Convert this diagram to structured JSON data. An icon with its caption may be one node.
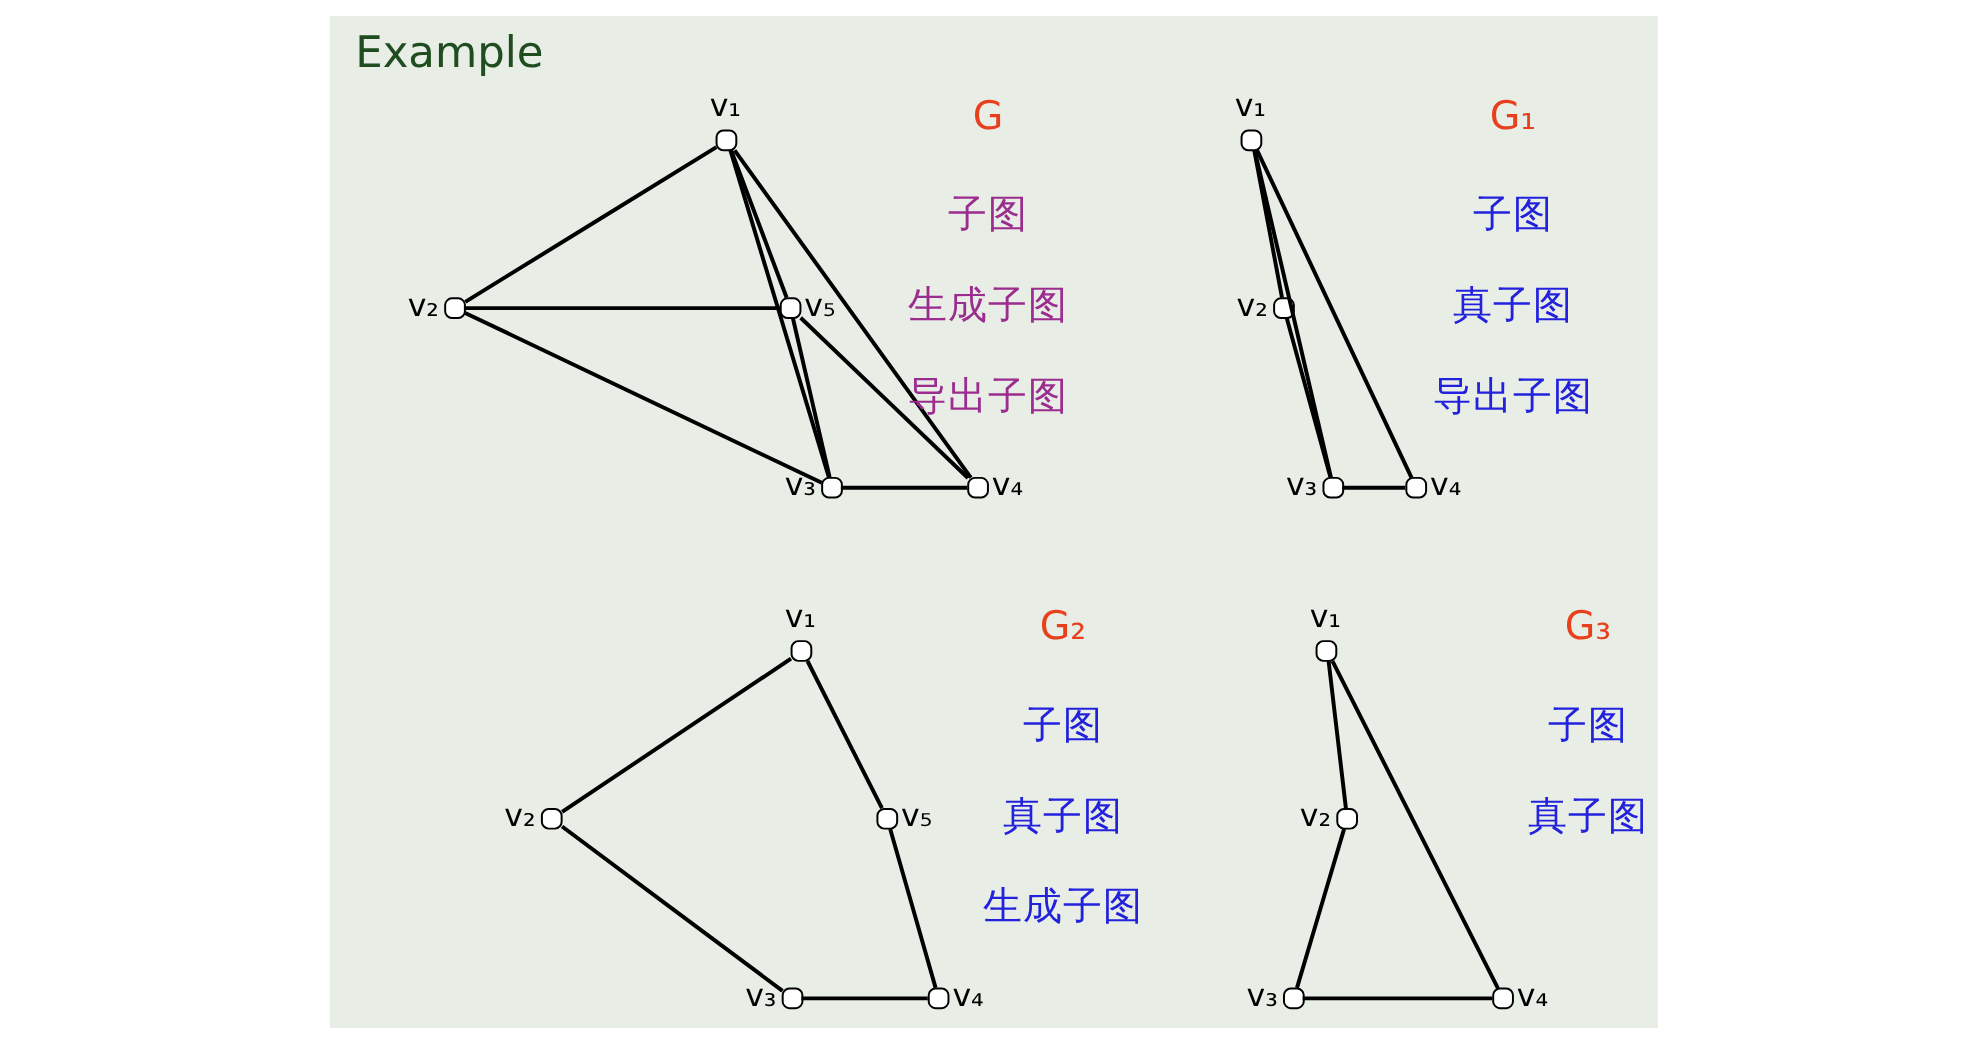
{
  "diagram": {
    "title": "Example",
    "nodes": [
      {
        "text": [],
        "shape": "circle",
        "beside": [
          "v₁"
        ]
      },
      {
        "text": [],
        "shape": "circle",
        "beside": [
          "v₂"
        ]
      },
      {
        "text": [],
        "shape": "circle",
        "beside": [
          "v₃"
        ]
      },
      {
        "text": [],
        "shape": "circle",
        "beside": [
          "v₄"
        ]
      },
      {
        "text": [],
        "shape": "circle",
        "beside": [
          "v₅"
        ]
      },
      {
        "text": [],
        "shape": "circle",
        "beside": [
          "v₁"
        ]
      },
      {
        "text": [],
        "shape": "circle",
        "beside": [
          "v₂"
        ]
      },
      {
        "text": [],
        "shape": "circle",
        "beside": [
          "v₃"
        ]
      },
      {
        "text": [],
        "shape": "circle",
        "beside": [
          "v₄"
        ]
      },
      {
        "text": [],
        "shape": "circle",
        "beside": [
          "v₁"
        ]
      },
      {
        "text": [],
        "shape": "circle",
        "beside": [
          "v₂"
        ]
      },
      {
        "text": [],
        "shape": "circle",
        "beside": [
          "v₃"
        ]
      },
      {
        "text": [],
        "shape": "circle",
        "beside": [
          "v₄"
        ]
      },
      {
        "text": [],
        "shape": "circle",
        "beside": [
          "v₅"
        ]
      },
      {
        "text": [],
        "shape": "circle",
        "beside": [
          "v₁"
        ]
      },
      {
        "text": [],
        "shape": "circle",
        "beside": [
          "v₂"
        ]
      },
      {
        "text": [],
        "shape": "circle",
        "beside": [
          "v₃"
        ]
      },
      {
        "text": [],
        "shape": "circle",
        "beside": [
          "v₄"
        ]
      }
    ],
    "edges": [
      {
        "from": 0,
        "to": 1,
        "arrow": "none"
      },
      {
        "from": 0,
        "to": 4,
        "arrow": "none"
      },
      {
        "from": 0,
        "to": 2,
        "arrow": "none"
      },
      {
        "from": 0,
        "to": 3,
        "arrow": "none"
      },
      {
        "from": 1,
        "to": 4,
        "arrow": "none"
      },
      {
        "from": 1,
        "to": 2,
        "arrow": "none"
      },
      {
        "from": 2,
        "to": 4,
        "arrow": "none"
      },
      {
        "from": 2,
        "to": 3,
        "arrow": "none"
      },
      {
        "from": 3,
        "to": 4,
        "arrow": "none"
      },
      {
        "from": 5,
        "to": 6,
        "arrow": "none"
      },
      {
        "from": 5,
        "to": 7,
        "arrow": "none"
      },
      {
        "from": 5,
        "to": 8,
        "arrow": "none"
      },
      {
        "from": 6,
        "to": 7,
        "arrow": "none"
      },
      {
        "from": 7,
        "to": 8,
        "arrow": "none"
      },
      {
        "from": 9,
        "to": 10,
        "arrow": "none"
      },
      {
        "from": 9,
        "to": 13,
        "arrow": "none"
      },
      {
        "from": 10,
        "to": 11,
        "arrow": "none"
      },
      {
        "from": 11,
        "to": 12,
        "arrow": "none"
      },
      {
        "from": 12,
        "to": 13,
        "arrow": "none"
      },
      {
        "from": 14,
        "to": 15,
        "arrow": "none"
      },
      {
        "from": 14,
        "to": 17,
        "arrow": "none"
      },
      {
        "from": 15,
        "to": 16,
        "arrow": "none"
      },
      {
        "from": 16,
        "to": 17,
        "arrow": "none"
      }
    ],
    "labels": [
      "G",
      "子图",
      "生成子图",
      "导出子图",
      "G₁",
      "子图",
      "真子图",
      "导出子图",
      "G₂",
      "子图",
      "真子图",
      "生成子图",
      "G₃",
      "子图",
      "真子图"
    ]
  }
}
